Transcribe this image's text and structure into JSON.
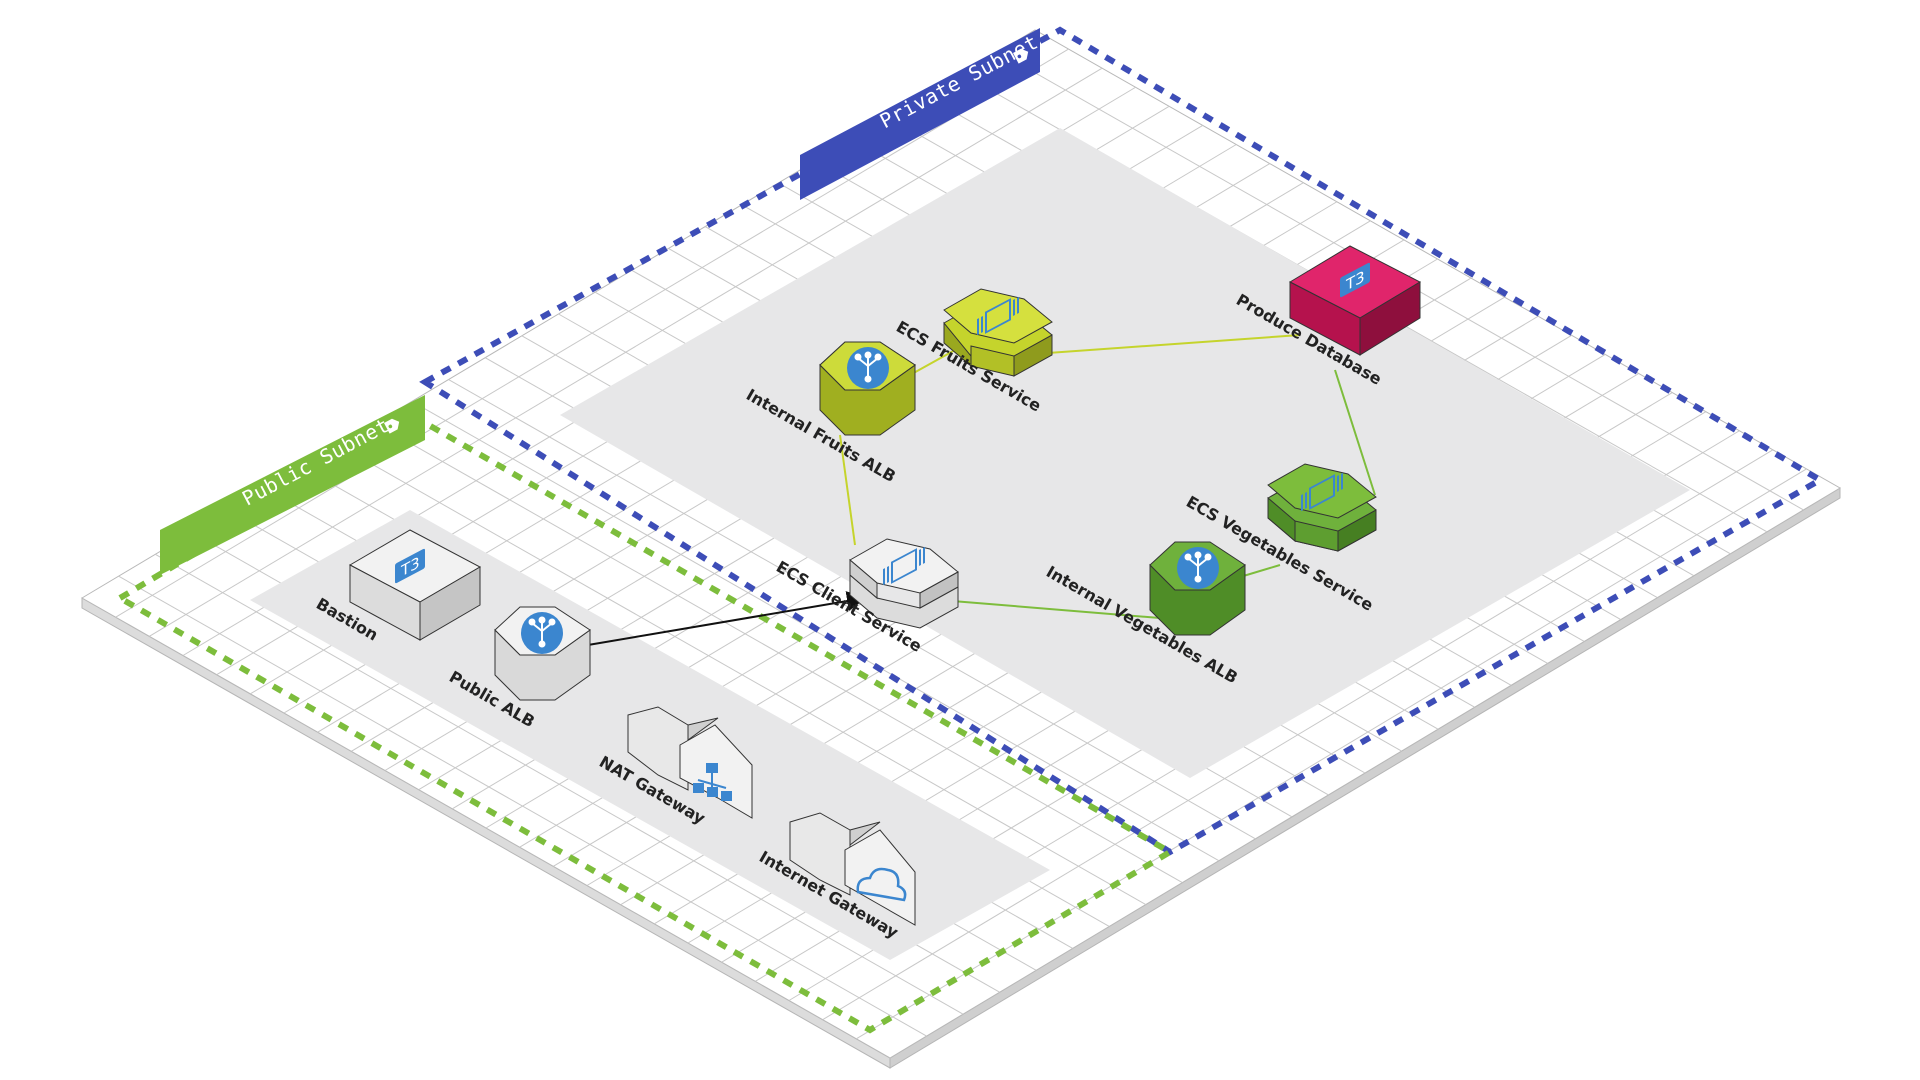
{
  "subnets": {
    "private": {
      "label": "Private Subnet",
      "color": "#3d4db7",
      "icon": "tag-icon"
    },
    "public": {
      "label": "Public Subnet",
      "color": "#7dbd3c",
      "icon": "tag-icon"
    }
  },
  "nodes": {
    "bastion": {
      "label": "Bastion",
      "chip": "T3",
      "icon": "instance-t3-icon"
    },
    "public_alb": {
      "label": "Public ALB",
      "icon": "load-balancer-icon"
    },
    "nat_gateway": {
      "label": "NAT Gateway",
      "icon": "network-icon"
    },
    "internet_gateway": {
      "label": "Internet Gateway",
      "icon": "cloud-icon"
    },
    "ecs_client": {
      "label": "ECS Client Service",
      "icon": "container-chip-icon"
    },
    "internal_fruits_alb": {
      "label": "Internal Fruits ALB",
      "icon": "load-balancer-icon"
    },
    "ecs_fruits": {
      "label": "ECS Fruits Service",
      "icon": "container-chip-icon"
    },
    "produce_db": {
      "label": "Produce Database",
      "chip": "T3",
      "icon": "database-t3-icon"
    },
    "ecs_vegetables": {
      "label": "ECS Vegetables Service",
      "icon": "container-chip-icon"
    },
    "internal_vegetables_alb": {
      "label": "Internal Vegetables ALB",
      "icon": "load-balancer-icon"
    }
  },
  "colors": {
    "yellow_green": "#c5d42c",
    "green": "#6fb13c",
    "crimson": "#d4145a",
    "grey": "#e6e6e6",
    "blue_icon": "#3b86cf",
    "connector_fruits": "#c5d42c",
    "connector_veg": "#7dbd3c",
    "arrow": "#111111"
  }
}
